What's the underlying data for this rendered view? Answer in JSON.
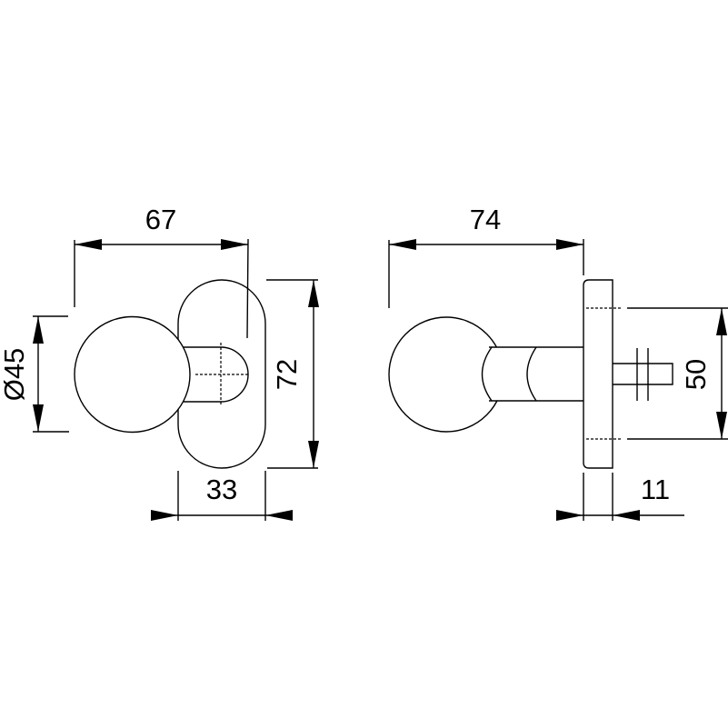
{
  "drawing": {
    "colors": {
      "line": "#000000",
      "background": "#ffffff"
    },
    "front_view": {
      "dimensions": {
        "overall_width": "67",
        "knob_diameter": "Ø45",
        "rose_height": "72",
        "rose_width": "33"
      }
    },
    "side_view": {
      "dimensions": {
        "projection": "74",
        "fixing_spacing": "50",
        "rose_thickness": "11"
      }
    }
  }
}
